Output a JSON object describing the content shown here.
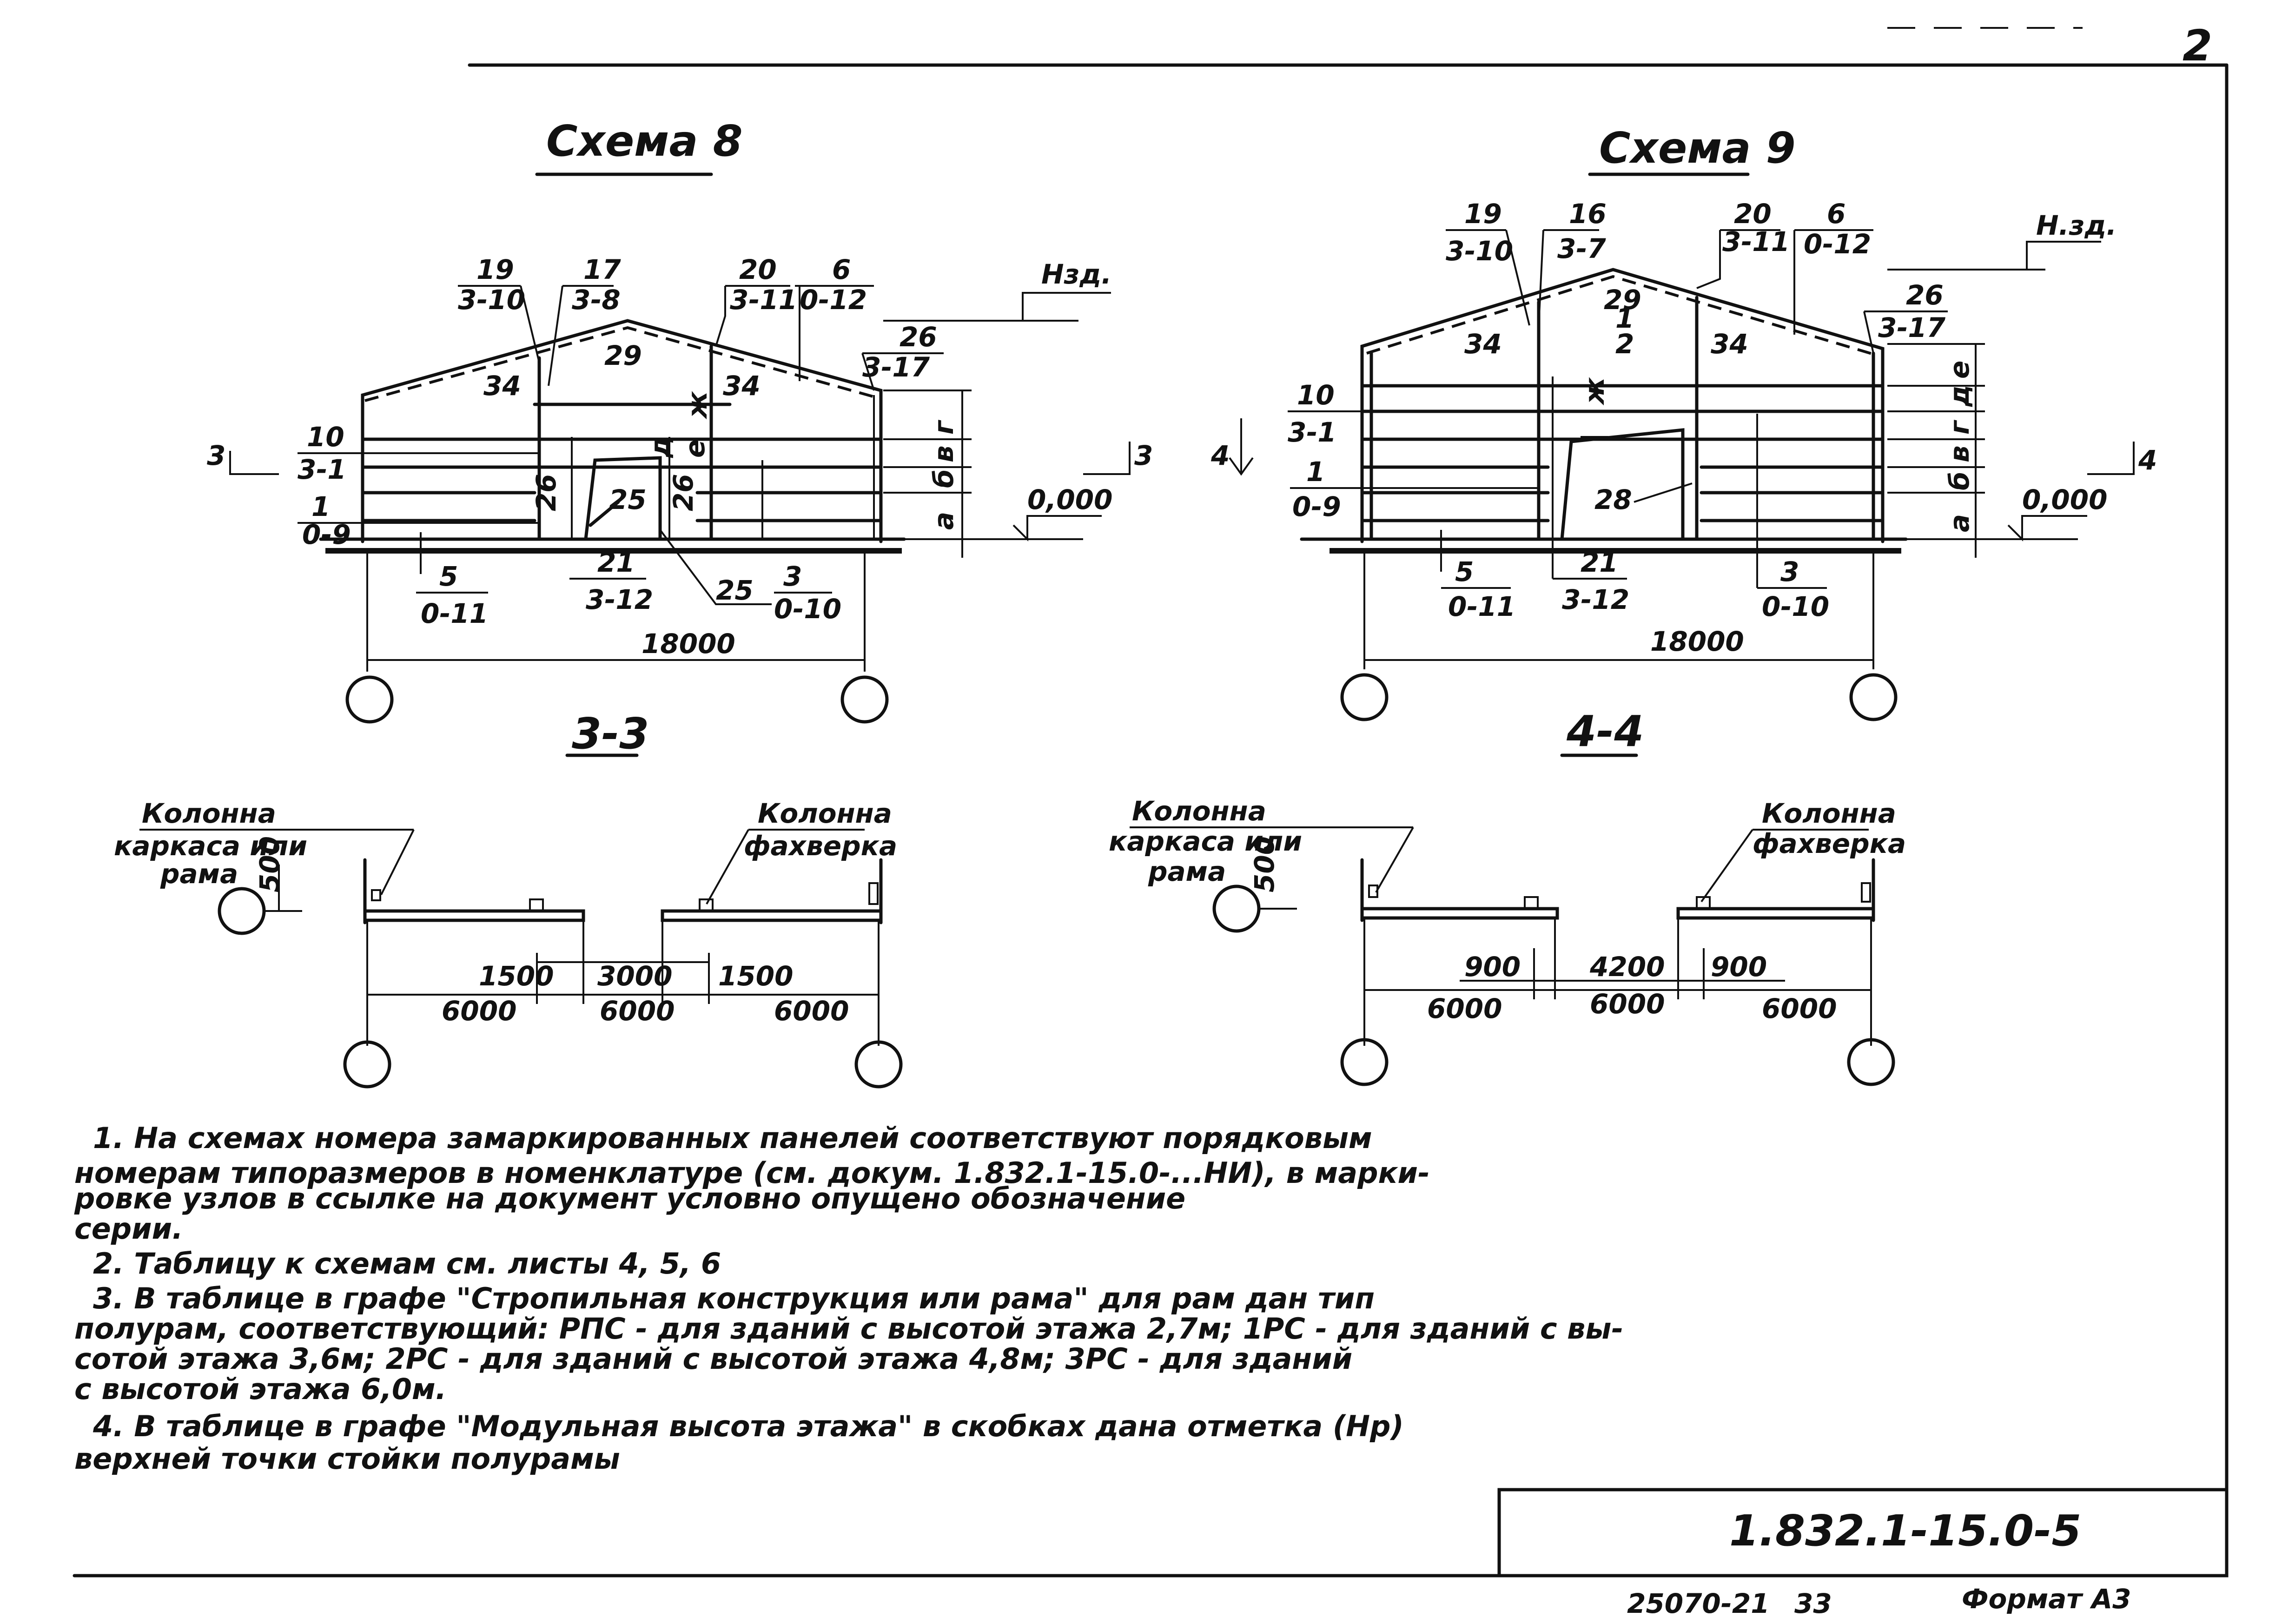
{
  "page_number": "2",
  "scheme8": {
    "title": "Схема 8",
    "height_mark": "Нзд.",
    "zero_mark": "0,000",
    "section_mark": "3",
    "dimension": "18000",
    "callouts": {
      "c19": {
        "top": "19",
        "bottom": "3-10"
      },
      "c17": {
        "top": "17",
        "bottom": "3-8"
      },
      "c20": {
        "top": "20",
        "bottom": "3-11"
      },
      "c6": {
        "top": "6",
        "bottom": "0-12"
      },
      "c26": {
        "top": "26",
        "bottom": "3-17"
      },
      "c10": {
        "top": "10",
        "bottom": "3-1"
      },
      "c1": {
        "top": "1",
        "bottom": "0-9"
      },
      "c5": {
        "top": "5",
        "bottom": "0-11"
      },
      "c21": {
        "top": "21",
        "bottom": "3-12"
      },
      "c25": {
        "top": "25"
      },
      "c3": {
        "top": "3",
        "bottom": "0-10"
      }
    },
    "panel_labels": {
      "p29": "29",
      "p34a": "34",
      "p34b": "34",
      "p25": "25",
      "p26a": "26",
      "p26b": "26"
    },
    "height_letters": [
      "а",
      "б",
      "в",
      "г"
    ],
    "door_letters": [
      "ж",
      "д",
      "е"
    ]
  },
  "scheme9": {
    "title": "Схема 9",
    "height_mark": "Н.зд.",
    "zero_mark": "0,000",
    "section_mark": "4",
    "dimension": "18000",
    "callouts": {
      "c19": {
        "top": "19",
        "bottom": "3-10"
      },
      "c16": {
        "top": "16",
        "bottom": "3-7"
      },
      "c20": {
        "top": "20",
        "bottom": "3-11"
      },
      "c6": {
        "top": "6",
        "bottom": "0-12"
      },
      "c26": {
        "top": "26",
        "bottom": "3-17"
      },
      "c10": {
        "top": "10",
        "bottom": "3-1"
      },
      "c1": {
        "top": "1",
        "bottom": "0-9"
      },
      "c5": {
        "top": "5",
        "bottom": "0-11"
      },
      "c21": {
        "top": "21",
        "bottom": "3-12"
      },
      "c3": {
        "top": "3",
        "bottom": "0-10"
      }
    },
    "panel_labels": {
      "p29": "29",
      "p1": "1",
      "p2": "2",
      "p34a": "34",
      "p34b": "34",
      "p28": "28",
      "pk": "ж"
    },
    "height_letters": [
      "а",
      "б",
      "в",
      "г",
      "д",
      "е"
    ]
  },
  "section33": {
    "title": "3-3",
    "label_left_1": "Колонна",
    "label_left_2": "каркаса или",
    "label_left_3": "рама",
    "label_right_1": "Колонна",
    "label_right_2": "фахверка",
    "offset": "500",
    "dims_top": [
      "1500",
      "3000",
      "1500"
    ],
    "dims_bottom": [
      "6000",
      "6000",
      "6000"
    ]
  },
  "section44": {
    "title": "4-4",
    "label_left_1": "Колонна",
    "label_left_2": "каркаса или",
    "label_left_3": "рама",
    "label_right_1": "Колонна",
    "label_right_2": "фахверка",
    "offset": "500",
    "dims_top": [
      "900",
      "4200",
      "900"
    ],
    "dims_bottom": [
      "6000",
      "6000",
      "6000"
    ]
  },
  "notes": [
    "1. На схемах номера замаркированных панелей соответствуют порядковым",
    "номерам типоразмеров в номенклатуре (см. докум. 1.832.1-15.0-...НИ), в марки-",
    "ровке узлов в ссылке на документ условно опущено обозначение",
    "серии.",
    "2. Таблицу к схемам см. листы 4, 5, 6",
    "3. В таблице в графе \"Стропильная конструкция или рама\" для рам дан тип",
    "полурам, соответствующий: РПС - для зданий с высотой этажа 2,7м; 1РС - для зданий с вы-",
    "сотой этажа 3,6м; 2РС - для зданий с высотой этажа 4,8м; 3РС - для зданий",
    "с высотой этажа 6,0м.",
    "4. В таблице в графе \"Модульная высота этажа\" в скобках дана отметка (Нр)",
    "верхней точки стойки полурамы"
  ],
  "stamp": {
    "designation": "1.832.1-15.0-5",
    "bottom_left": "25070-21",
    "bottom_mid": "33",
    "format": "Формат А3"
  }
}
